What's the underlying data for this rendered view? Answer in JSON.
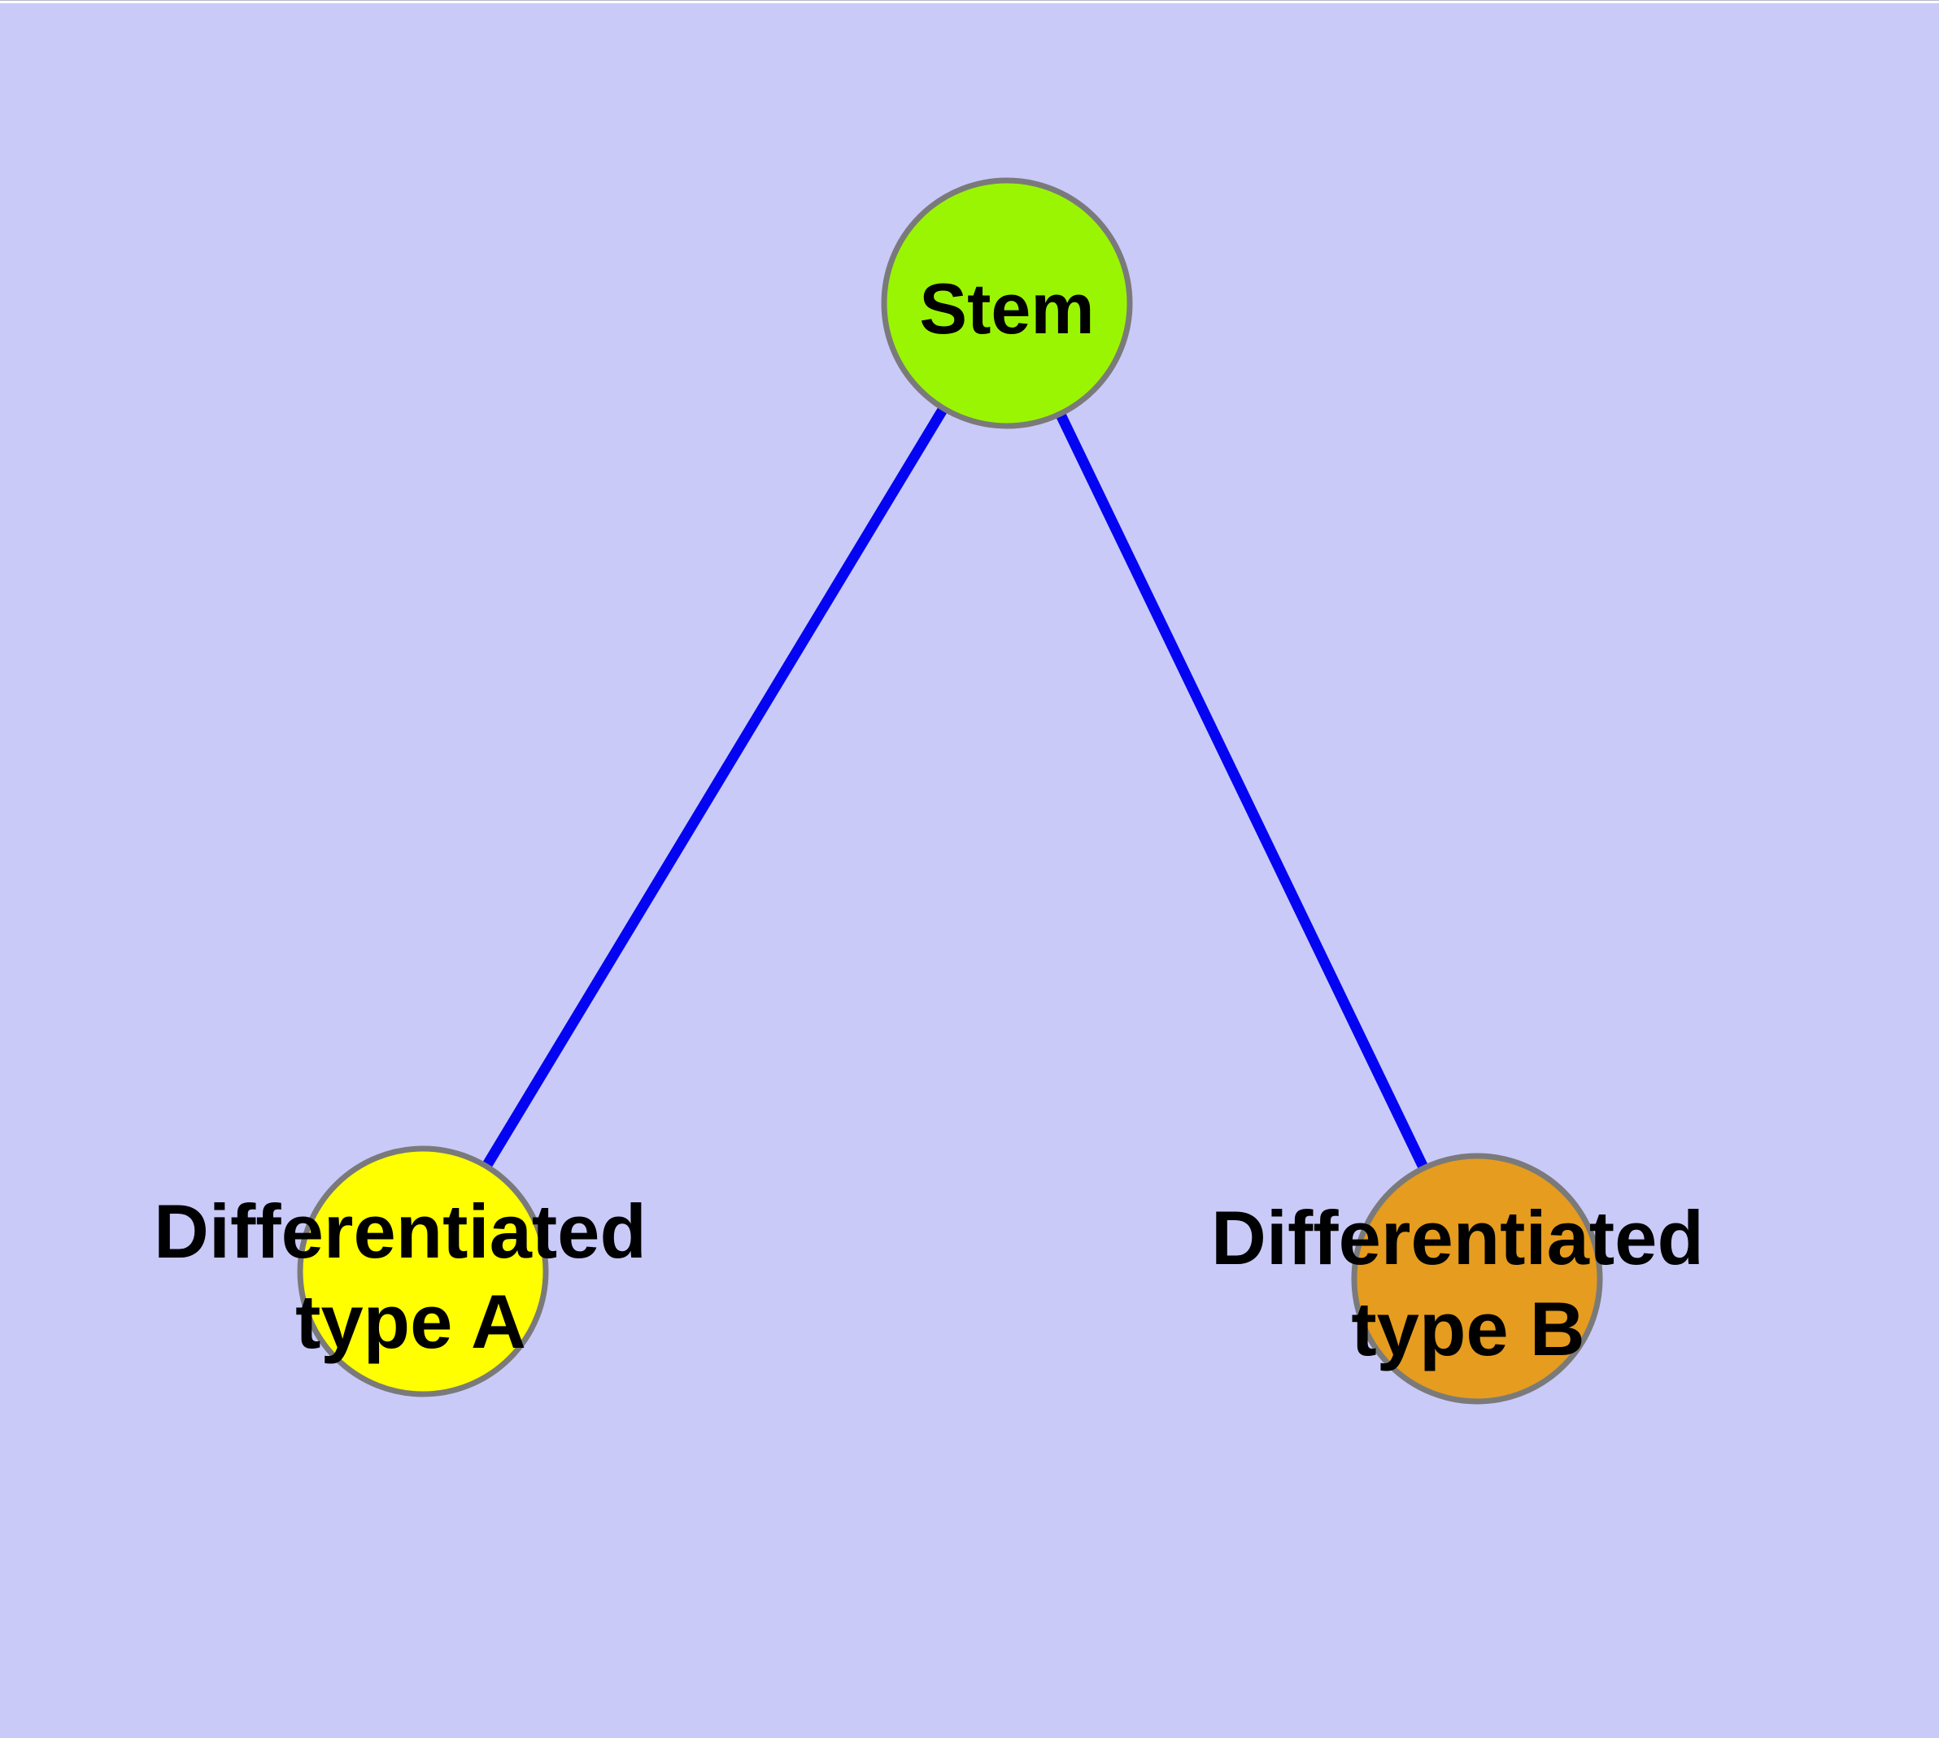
{
  "canvas": {
    "background": "#C9CAF8"
  },
  "edges": {
    "color": "#0404F2",
    "items": [
      {
        "from": "Stem",
        "to": "Differentiated type A"
      },
      {
        "from": "Stem",
        "to": "Differentiated type B"
      }
    ]
  },
  "nodes": {
    "stem": {
      "label": "Stem",
      "fill": "#9AF502",
      "stroke": "#7A7A7A"
    },
    "type_a": {
      "label_line1": "Differentiated",
      "label_line2": "type A",
      "fill": "#FFFF00",
      "stroke": "#7A7A7A"
    },
    "type_b": {
      "label_line1": "Differentiated",
      "label_line2": "type B",
      "fill": "#E69C1E",
      "stroke": "#7A7A7A"
    }
  }
}
